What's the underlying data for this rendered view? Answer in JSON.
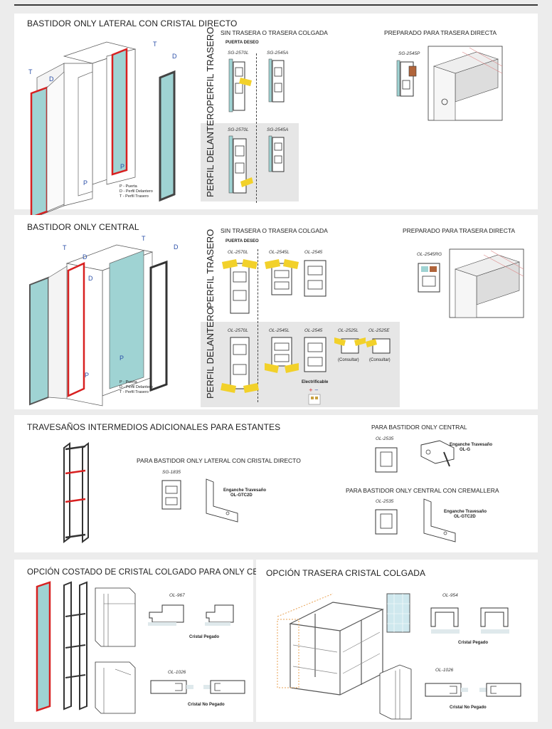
{
  "colors": {
    "panel_bg": "#ffffff",
    "page_bg": "#ececec",
    "glass": "#9fd3d3",
    "highlight_red": "#d82020",
    "gasket_yellow": "#f2d12a",
    "letter_blue": "#2b4fa8",
    "gray_box": "#e6e6e6"
  },
  "s1": {
    "title": "BASTIDOR ONLY LATERAL CON CRISTAL DIRECTO",
    "subtitle_left": "SIN TRASERA O TRASERA COLGADA",
    "subtitle_right": "PREPARADO PARA TRASERA DIRECTA",
    "puerta": "PUERTA DESEO",
    "row_trasero": "PERFIL TRASERO",
    "row_delantero": "PERFIL DELANTERO",
    "codes_trasero": [
      "SG-2570L",
      "SG-2545A"
    ],
    "codes_delantero": [
      "SG-2570L",
      "SG-2545A"
    ],
    "code_right": "SG-2545P",
    "letters": {
      "t": "T",
      "d": "D",
      "p": "P"
    },
    "legend": [
      "P - Puerta",
      "D - Perfil Delantero",
      "T - Perfil Trasero"
    ]
  },
  "s2": {
    "title": "BASTIDOR ONLY CENTRAL",
    "subtitle_left": "SIN TRASERA O TRASERA COLGADA",
    "subtitle_right": "PREPARADO PARA TRASERA DIRECTA",
    "puerta": "PUERTA DESEO",
    "row_trasero": "PERFIL TRASERO",
    "row_delantero": "PERFIL DELANTERO",
    "codes_trasero": [
      "OL-2570L",
      "OL-2545L",
      "OL-2545"
    ],
    "codes_delantero": [
      "OL-2570L",
      "OL-2545L",
      "OL-2545",
      "OL-2525L",
      "OL-2525E"
    ],
    "consultar": "(Consultar)",
    "electrificable": "Electrificable",
    "code_right": "OL-2545RG",
    "letters": {
      "t": "T",
      "d": "D",
      "p": "P"
    },
    "legend": [
      "P - Puerta",
      "D - Perfil Delantero",
      "T - Perfil Trasero"
    ]
  },
  "s3": {
    "title": "TRAVESAÑOS INTERMEDIOS ADICIONALES PARA ESTANTES",
    "sub_lateral": "PARA BASTIDOR ONLY LATERAL CON CRISTAL DIRECTO",
    "code_lateral": "SG-1835",
    "enganche_lateral": [
      "Enganche Travesaño",
      "OL-GTC2D"
    ],
    "sub_central": "PARA BASTIDOR ONLY CENTRAL",
    "code_central": "OL-2535",
    "enganche_central": [
      "Enganche Travesaño",
      "OL-G"
    ],
    "sub_cremallera": "PARA BASTIDOR ONLY CENTRAL CON CREMALLERA",
    "code_cremallera": "OL-2535",
    "enganche_cremallera": [
      "Enganche Travesaño",
      "OL-GTC2D"
    ]
  },
  "s4": {
    "title": "OPCIÓN COSTADO DE CRISTAL COLGADO PARA ONLY CENTRAL",
    "code_top": "OL-967",
    "label_top": "Cristal Pegado",
    "code_bottom": "OL-1026",
    "label_bottom": "Cristal No Pegado"
  },
  "s5": {
    "title": "OPCIÓN TRASERA CRISTAL COLGADA",
    "code_top": "OL-954",
    "label_top": "Cristal Pegado",
    "code_bottom": "OL-1026",
    "label_bottom": "Cristal No Pegado"
  }
}
